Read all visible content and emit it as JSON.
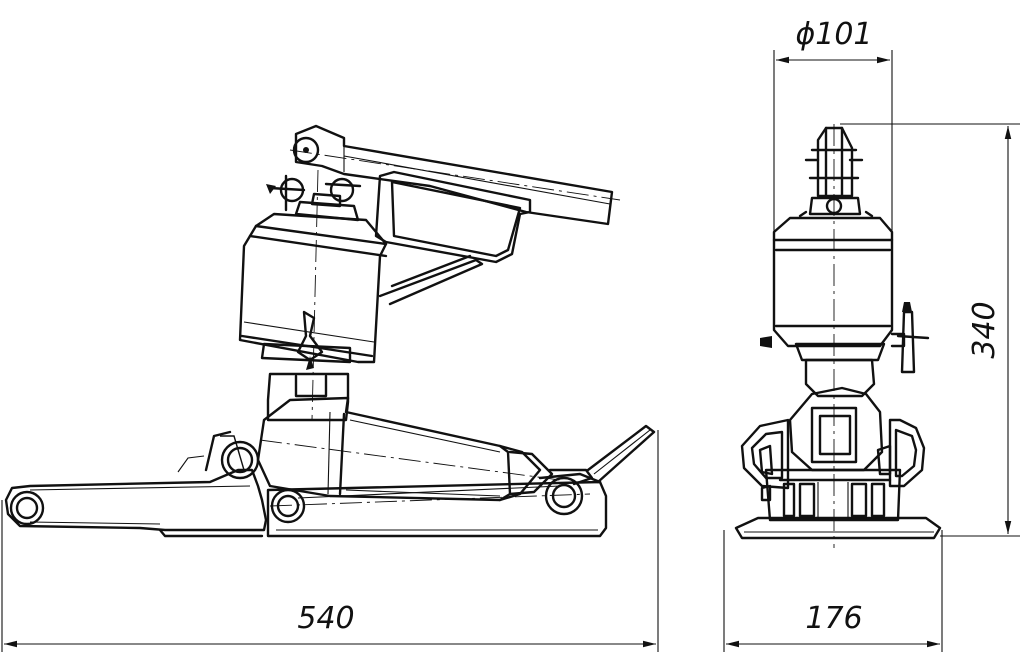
{
  "dimensions": {
    "overall_length": "540",
    "total_height": "340",
    "reservoir_diameter": "ϕ101",
    "base_width": "176"
  },
  "colors": {
    "line": "#111111",
    "background": "#ffffff"
  }
}
